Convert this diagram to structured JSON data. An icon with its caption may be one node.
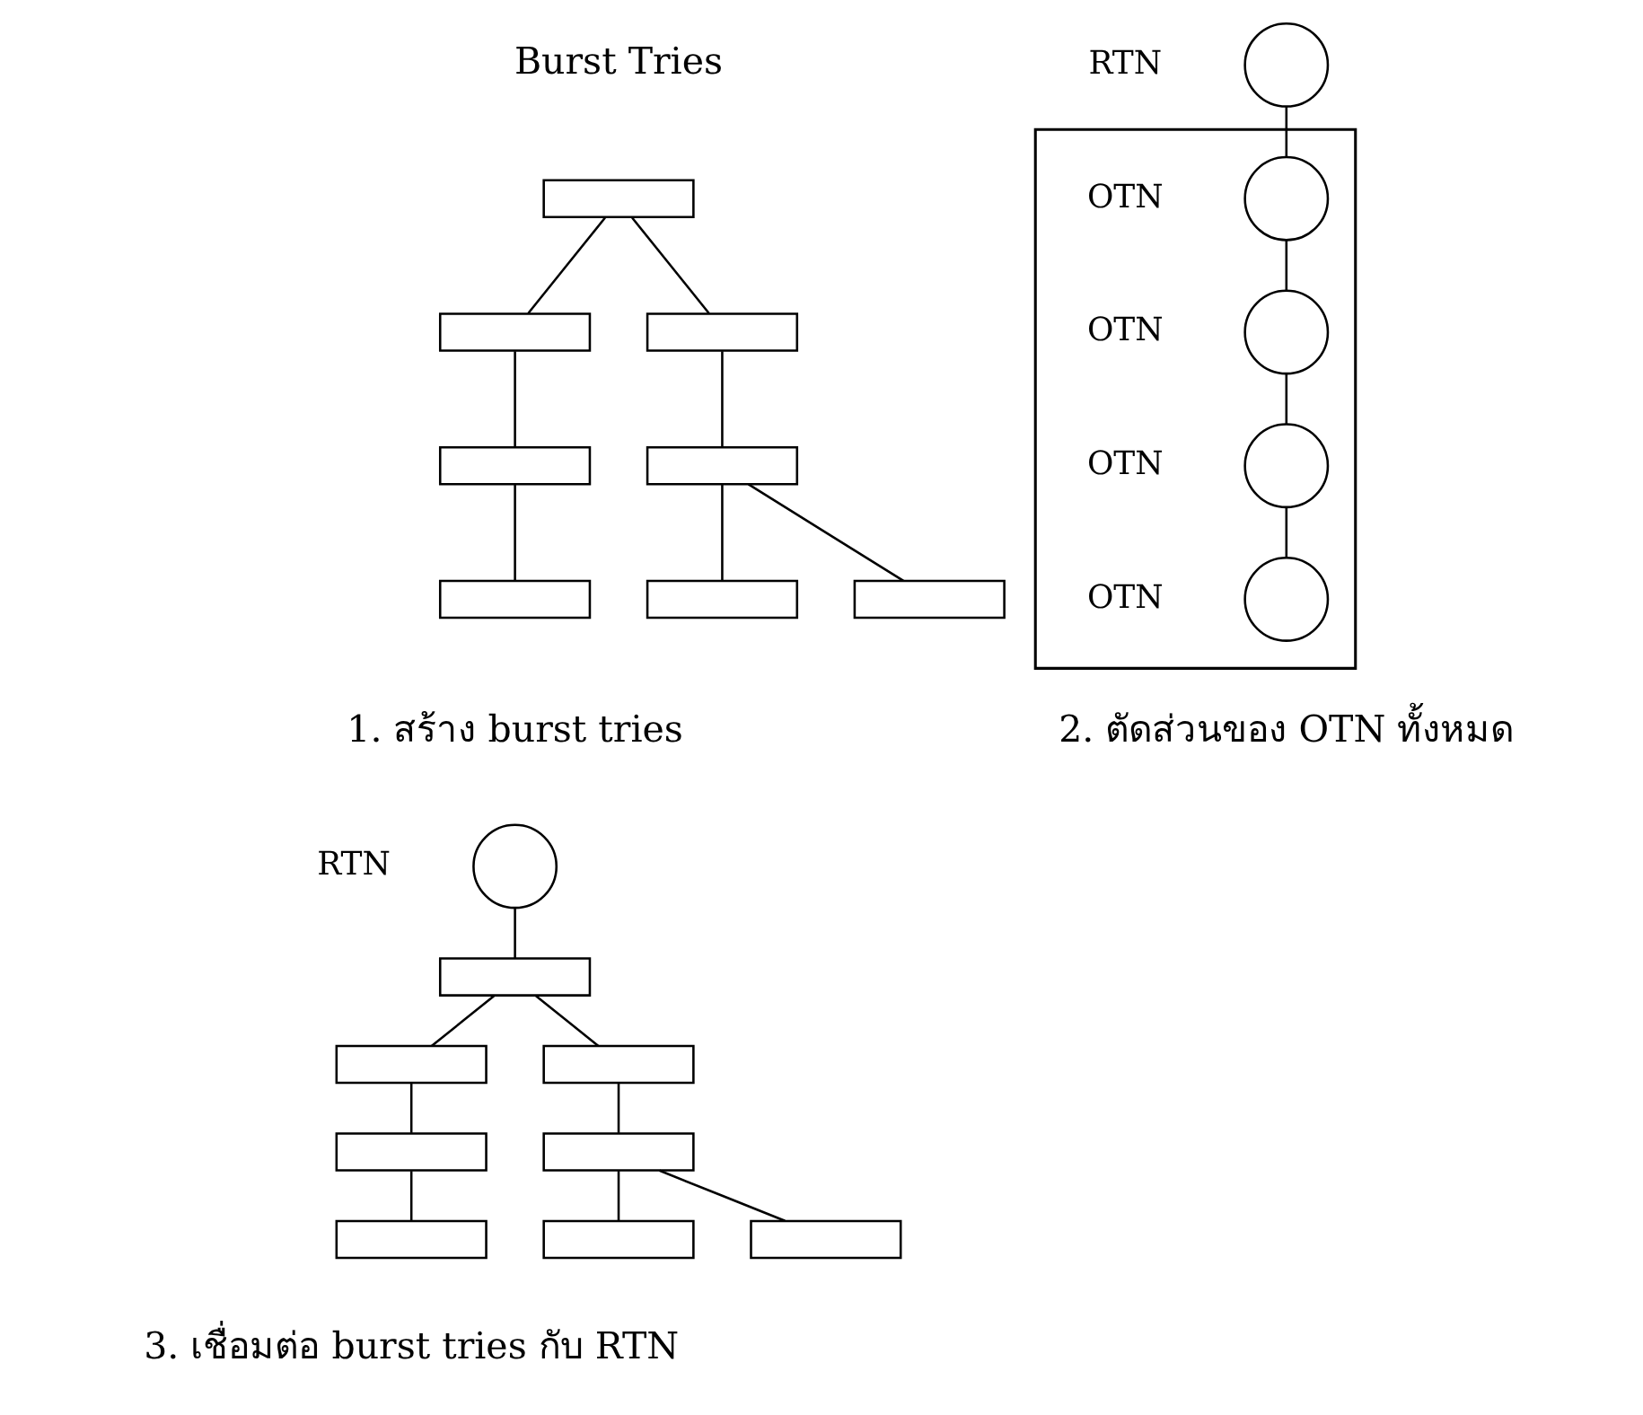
{
  "diagram": {
    "nodes": [
      {
        "text": [],
        "shape": "box"
      },
      {
        "text": [],
        "shape": "box"
      },
      {
        "text": [],
        "shape": "box"
      },
      {
        "text": [],
        "shape": "box"
      },
      {
        "text": [],
        "shape": "box"
      },
      {
        "text": [],
        "shape": "box"
      },
      {
        "text": [],
        "shape": "box"
      },
      {
        "text": [],
        "shape": "box"
      },
      {
        "text": [],
        "shape": "circle",
        "beside": [
          "RTN"
        ]
      },
      {
        "text": [],
        "shape": "box"
      },
      {
        "text": [],
        "shape": "circle",
        "beside": [
          "OTN"
        ],
        "in": 9
      },
      {
        "text": [],
        "shape": "circle",
        "beside": [
          "OTN"
        ],
        "in": 9
      },
      {
        "text": [],
        "shape": "circle",
        "beside": [
          "OTN"
        ],
        "in": 9
      },
      {
        "text": [],
        "shape": "circle",
        "beside": [
          "OTN"
        ],
        "in": 9
      },
      {
        "text": [],
        "shape": "circle",
        "beside": [
          "RTN"
        ]
      },
      {
        "text": [],
        "shape": "box"
      },
      {
        "text": [],
        "shape": "box"
      },
      {
        "text": [],
        "shape": "box"
      },
      {
        "text": [],
        "shape": "box"
      },
      {
        "text": [],
        "shape": "box"
      },
      {
        "text": [],
        "shape": "box"
      },
      {
        "text": [],
        "shape": "box"
      },
      {
        "text": [],
        "shape": "box"
      }
    ],
    "edges": [
      {
        "from": 0,
        "to": 1,
        "arrow": "none"
      },
      {
        "from": 0,
        "to": 2,
        "arrow": "none"
      },
      {
        "from": 1,
        "to": 3,
        "arrow": "none"
      },
      {
        "from": 2,
        "to": 4,
        "arrow": "none"
      },
      {
        "from": 3,
        "to": 5,
        "arrow": "none"
      },
      {
        "from": 4,
        "to": 6,
        "arrow": "none"
      },
      {
        "from": 4,
        "to": 7,
        "arrow": "none"
      },
      {
        "from": 8,
        "to": 10,
        "arrow": "none"
      },
      {
        "from": 10,
        "to": 11,
        "arrow": "none"
      },
      {
        "from": 11,
        "to": 12,
        "arrow": "none"
      },
      {
        "from": 12,
        "to": 13,
        "arrow": "none"
      },
      {
        "from": 14,
        "to": 15,
        "arrow": "none"
      },
      {
        "from": 15,
        "to": 16,
        "arrow": "none"
      },
      {
        "from": 15,
        "to": 17,
        "arrow": "none"
      },
      {
        "from": 16,
        "to": 18,
        "arrow": "none"
      },
      {
        "from": 17,
        "to": 19,
        "arrow": "none"
      },
      {
        "from": 18,
        "to": 20,
        "arrow": "none"
      },
      {
        "from": 19,
        "to": 21,
        "arrow": "none"
      },
      {
        "from": 19,
        "to": 22,
        "arrow": "none"
      }
    ],
    "labels": [
      "Burst Tries",
      "1. สร้าง burst tries",
      "2. ตัดส่วนของ OTN ทั้งหมด",
      "3. เชื่อมต่อ burst tries กับ RTN"
    ]
  }
}
